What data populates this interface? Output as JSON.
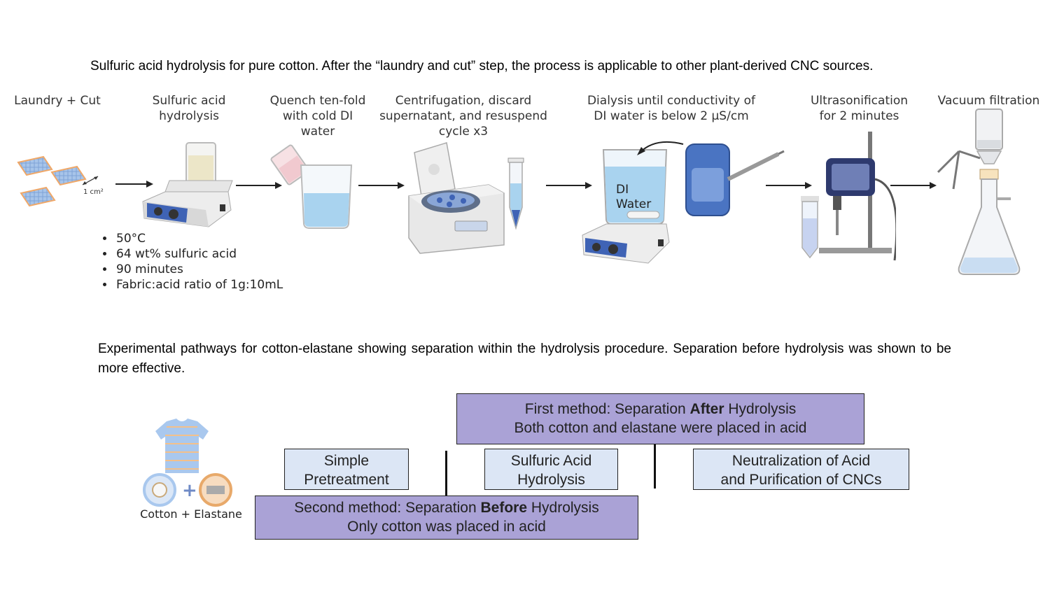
{
  "figure1": {
    "caption": "Sulfuric acid hydrolysis for pure cotton. After the “laundry and cut” step, the process is applicable to other plant-derived CNC sources.",
    "steps": [
      {
        "lines": [
          "Laundry + Cut"
        ],
        "icon": "fabric-squares-icon",
        "annotation": "1 cm²"
      },
      {
        "lines": [
          "Sulfuric acid",
          "hydrolysis"
        ],
        "icon": "hotplate-stirrer-icon"
      },
      {
        "lines": [
          "Quench ten-fold",
          "with cold DI",
          "water"
        ],
        "icon": "beaker-pour-icon"
      },
      {
        "lines": [
          "Centrifugation, discard",
          "supernatant, and resuspend",
          "cycle x3"
        ],
        "icon": "centrifuge-icon"
      },
      {
        "lines": [
          "Dialysis until conductivity of",
          "DI water is below 2 µS/cm"
        ],
        "icon": "dialysis-setup-icon",
        "beaker_text": [
          "DI",
          "Water"
        ]
      },
      {
        "lines": [
          "Ultrasonification",
          "for 2 minutes"
        ],
        "icon": "sonicator-icon"
      },
      {
        "lines": [
          "Vacuum filtration"
        ],
        "icon": "vacuum-flask-icon"
      }
    ],
    "conditions": [
      "50°C",
      "64 wt% sulfuric acid",
      "90 minutes",
      "Fabric:acid ratio of 1g:10mL"
    ],
    "colors": {
      "beaker_liquid": "#a9d3ef",
      "instrument_blue": "#3f63b5",
      "fabric": "#a7c4ea",
      "fabric_edge": "#f0a868"
    }
  },
  "figure2": {
    "caption": "Experimental pathways for cotton-elastane showing separation within the hydrolysis procedure. Separation before hydrolysis was shown to be more effective.",
    "material_label": "Cotton + Elastane",
    "boxes": {
      "first_method": {
        "line1_pre": "First method: Separation ",
        "line1_bold": "After",
        "line1_post": " Hydrolysis",
        "line2": "Both cotton and elastane were placed in acid"
      },
      "second_method": {
        "line1_pre": "Second method: Separation ",
        "line1_bold": "Before",
        "line1_post": " Hydrolysis",
        "line2": "Only cotton was placed in acid"
      },
      "pretreatment": [
        "Simple",
        "Pretreatment"
      ],
      "hydrolysis": [
        "Sulfuric Acid",
        "Hydrolysis"
      ],
      "neutralization": [
        "Neutralization of Acid",
        "and Purification of CNCs"
      ]
    },
    "colors": {
      "light_box": "#dce6f5",
      "method_box": "#aaa2d6",
      "shirt": "#a9c8ee",
      "stripe": "#f3c08a",
      "cotton_circle": "#bcd4f2",
      "elastane_circle": "#f2c08e"
    }
  }
}
